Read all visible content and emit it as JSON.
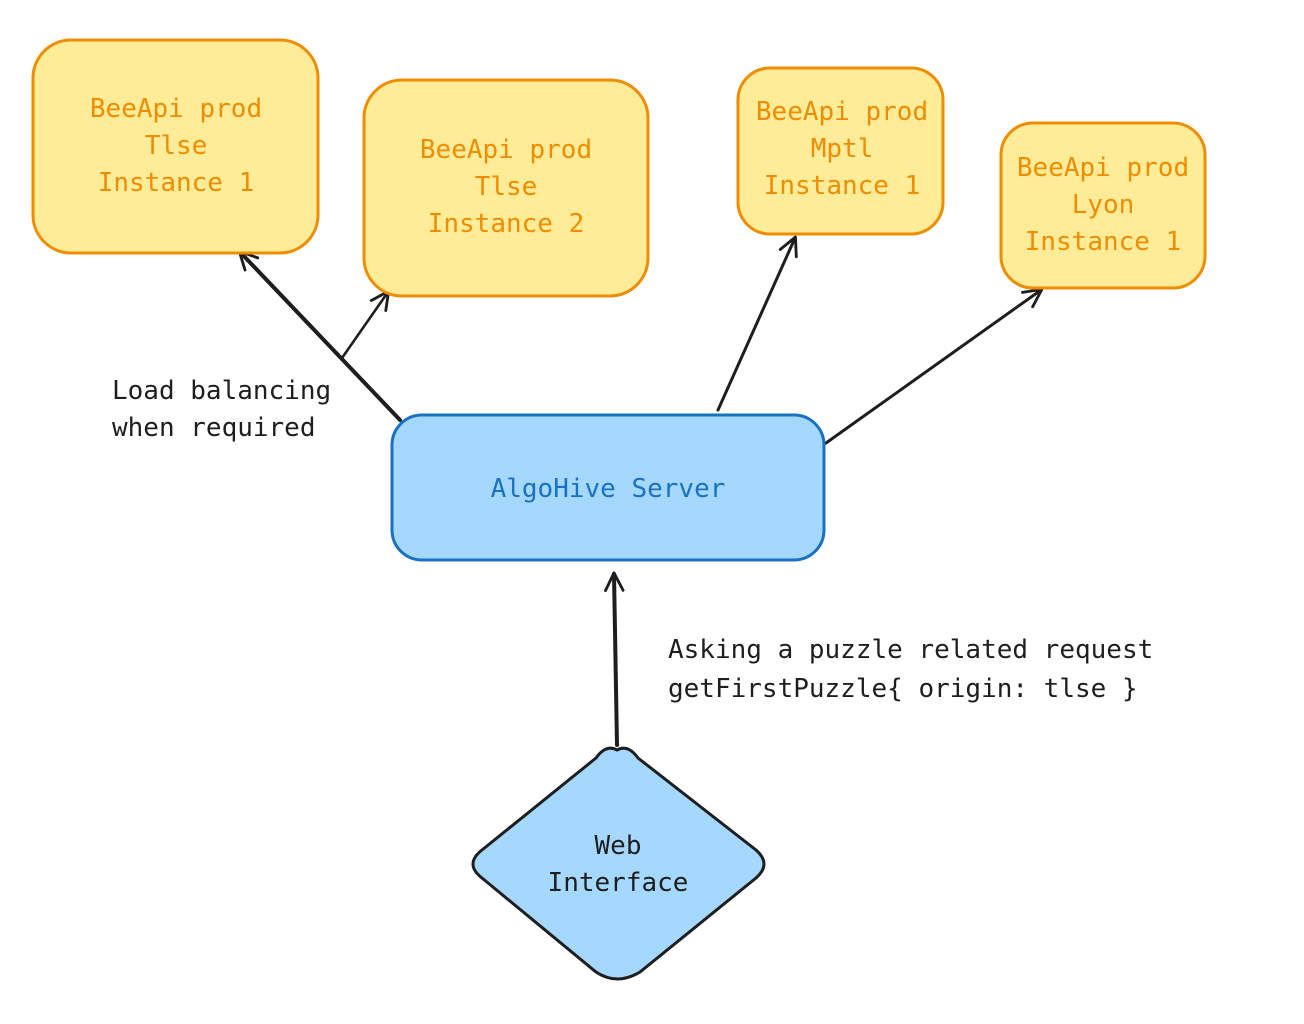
{
  "colors": {
    "api_fill": "#ffec99",
    "api_stroke": "#f08c00",
    "server_fill": "#a5d8ff",
    "server_stroke": "#1971c2",
    "web_fill": "#a5d8ff",
    "web_stroke": "#1e1e1e",
    "arrow": "#1e1e1e"
  },
  "nodes": {
    "api_tlse_1": {
      "line1": "BeeApi prod",
      "line2": "Tlse",
      "line3": "Instance 1"
    },
    "api_tlse_2": {
      "line1": "BeeApi prod",
      "line2": "Tlse",
      "line3": "Instance 2"
    },
    "api_mptl_1": {
      "line1": "BeeApi prod",
      "line2": "Mptl",
      "line3": "Instance 1"
    },
    "api_lyon_1": {
      "line1": "BeeApi prod",
      "line2": "Lyon",
      "line3": "Instance 1"
    },
    "server": {
      "label": "AlgoHive Server"
    },
    "web": {
      "line1": "Web",
      "line2": "Interface"
    }
  },
  "labels": {
    "load_balancing": {
      "line1": "Load balancing",
      "line2": "when required"
    },
    "request": {
      "line1": "Asking a puzzle related request",
      "line2": "getFirstPuzzle{ origin: tlse }"
    }
  }
}
